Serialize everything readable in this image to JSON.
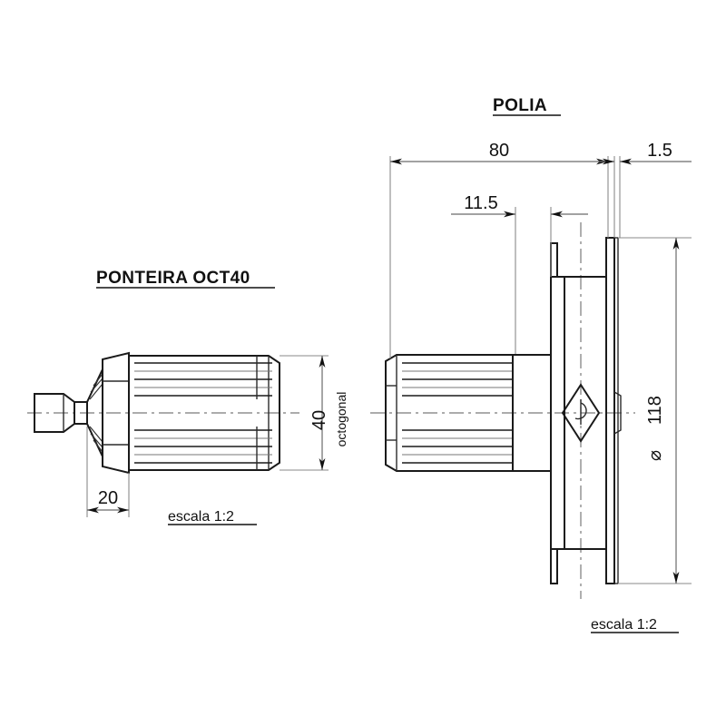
{
  "drawing": {
    "background_color": "#ffffff",
    "line_color": "#1a1a1a",
    "dim_line_color": "#6b6b6b"
  },
  "left_view": {
    "title": "PONTEIRA OCT40",
    "scale_note": "escala 1:2",
    "dimensions": {
      "height": "40",
      "height_note": "octogonal",
      "flange_width": "20"
    }
  },
  "right_view": {
    "title": "POLIA",
    "scale_note": "escala 1:2",
    "dimensions": {
      "overall_width": "80",
      "flange_thickness": "1.5",
      "hub_offset": "11.5",
      "diameter": "118",
      "diameter_symbol": "⌀"
    }
  }
}
